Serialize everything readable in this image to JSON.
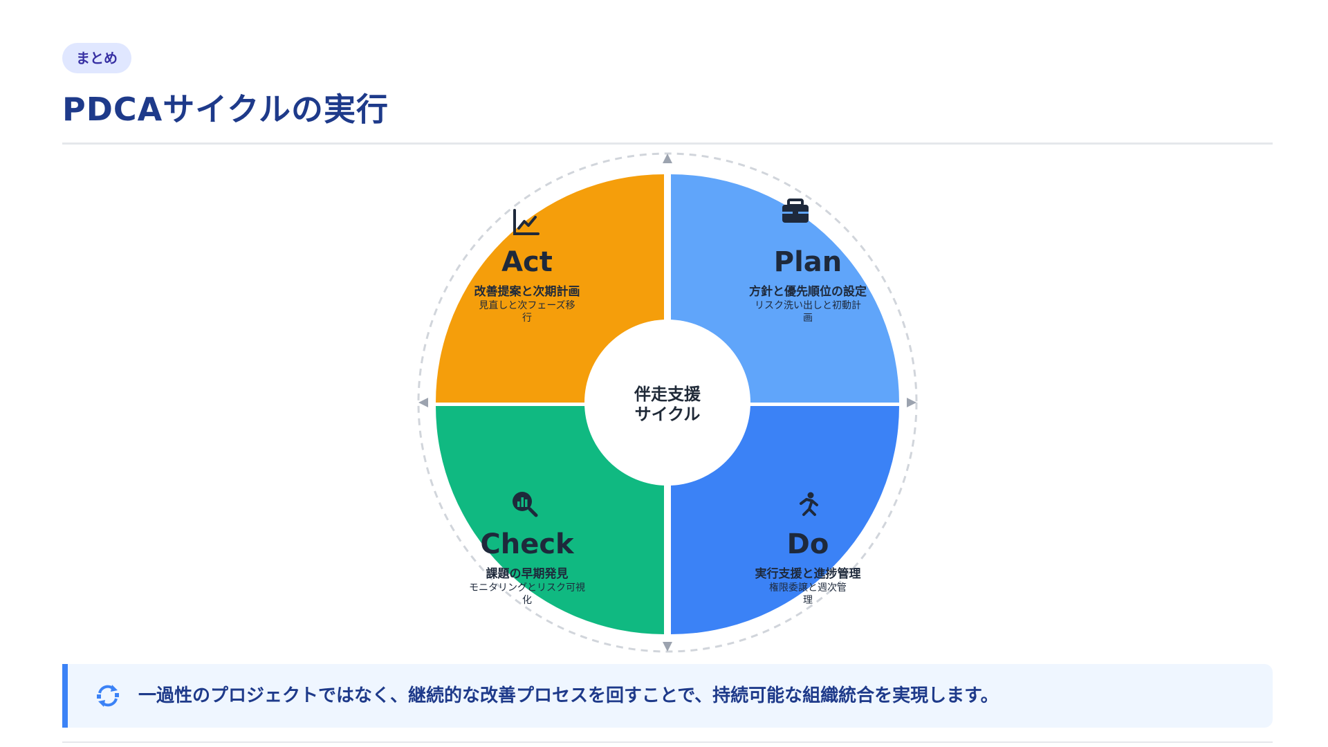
{
  "badge": "まとめ",
  "title": "PDCAサイクルの実行",
  "center": {
    "line1": "伴走支援",
    "line2": "サイクル"
  },
  "quadrants": [
    {
      "key": "plan",
      "label": "Plan",
      "main": "方針と優先順位の設定",
      "sub1": "リスク洗い出しと初動計",
      "sub2": "画",
      "color": "#60a5fa",
      "icon": "briefcase-icon"
    },
    {
      "key": "do",
      "label": "Do",
      "main": "実行支援と進捗管理",
      "sub1": "権限委譲と週次管",
      "sub2": "理",
      "color": "#3b82f6",
      "icon": "running-person-icon"
    },
    {
      "key": "check",
      "label": "Check",
      "main": "課題の早期発見",
      "sub1": "モニタリングとリスク可視",
      "sub2": "化",
      "color": "#10b981",
      "icon": "magnifier-chart-icon"
    },
    {
      "key": "act",
      "label": "Act",
      "main": "改善提案と次期計画",
      "sub1": "見直しと次フェーズ移",
      "sub2": "行",
      "color": "#f59e0b",
      "icon": "line-chart-icon"
    }
  ],
  "callout": {
    "text": "一過性のプロジェクトではなく、継続的な改善プロセスを回すことで、持続可能な組織統合を実現します。",
    "icon": "recycle-icon",
    "accent": "#3b82f6"
  }
}
